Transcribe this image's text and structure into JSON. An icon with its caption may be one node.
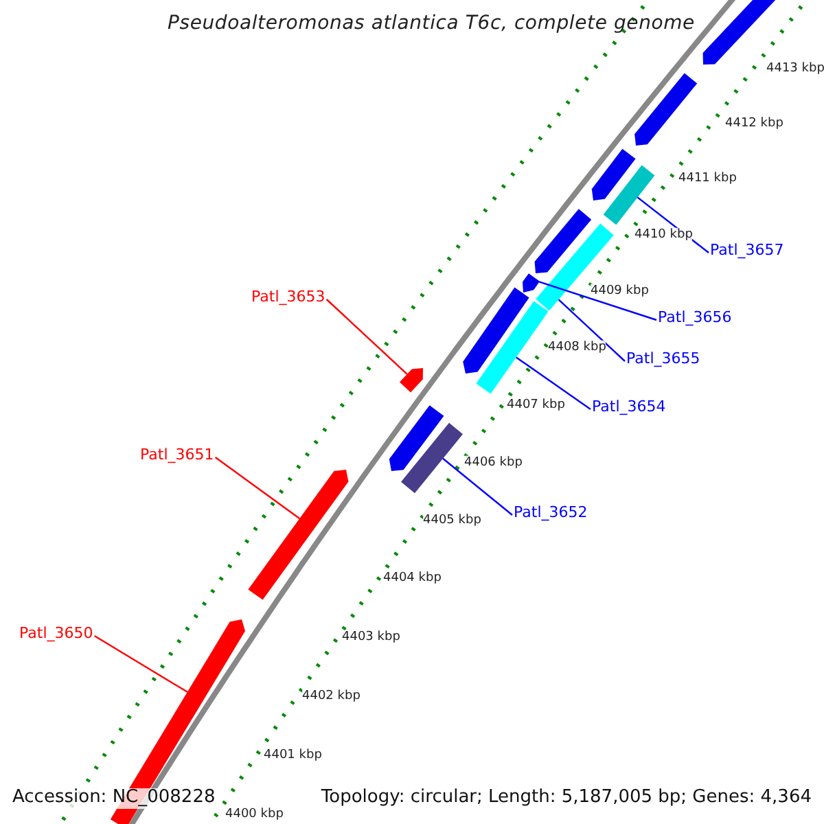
{
  "diagram": {
    "title": "Pseudoalteromonas atlantica T6c, complete genome",
    "nodes": [
      {
        "text": [],
        "shape": "bar"
      },
      {
        "text": [],
        "shape": "bar"
      },
      {
        "text": [],
        "shape": "bar"
      },
      {
        "text": [],
        "shape": "bar"
      },
      {
        "text": [
          "Patl_3657"
        ]
      },
      {
        "text": [],
        "shape": "bar"
      },
      {
        "text": [],
        "shape": "bar"
      },
      {
        "text": [],
        "shape": "bar"
      },
      {
        "text": [
          "Patl_3656"
        ]
      },
      {
        "text": [
          "Patl_3653"
        ]
      },
      {
        "text": [
          "Patl_3655"
        ]
      },
      {
        "text": [],
        "shape": "bar"
      },
      {
        "text": [],
        "shape": "bar"
      },
      {
        "text": [],
        "shape": "bar"
      },
      {
        "text": [
          "Patl_3654"
        ]
      },
      {
        "text": [],
        "shape": "bar"
      },
      {
        "text": [],
        "shape": "bar"
      },
      {
        "text": [
          "Patl_3651"
        ]
      },
      {
        "text": [
          "Patl_3652"
        ]
      },
      {
        "text": [],
        "shape": "bar"
      },
      {
        "text": [
          "Patl_3650"
        ]
      },
      {
        "text": [],
        "shape": "bar"
      }
    ],
    "edges": [
      {
        "from": 4,
        "to": 3,
        "arrow": "none"
      },
      {
        "from": 8,
        "to": 7,
        "arrow": "none"
      },
      {
        "from": 9,
        "to": 12,
        "arrow": "none",
        "color": "#ff0000"
      },
      {
        "from": 10,
        "to": 6,
        "arrow": "none"
      },
      {
        "from": 14,
        "to": 13,
        "arrow": "none"
      },
      {
        "from": 17,
        "to": 19,
        "arrow": "none",
        "color": "#ff0000"
      },
      {
        "from": 18,
        "to": 16,
        "arrow": "none"
      },
      {
        "from": 20,
        "to": 21,
        "arrow": "none",
        "color": "#ff0000"
      }
    ],
    "labels": [
      "4413 kbp",
      "4412 kbp",
      "4411 kbp",
      "4410 kbp",
      "4409 kbp",
      "4408 kbp",
      "4407 kbp",
      "4406 kbp",
      "4405 kbp",
      "4404 kbp",
      "4403 kbp",
      "4402 kbp",
      "4401 kbp",
      "4400 kbp",
      "Accession: NC_008228",
      "Topology: circular; Length: 5,187,005 bp; Genes: 4,364"
    ]
  }
}
